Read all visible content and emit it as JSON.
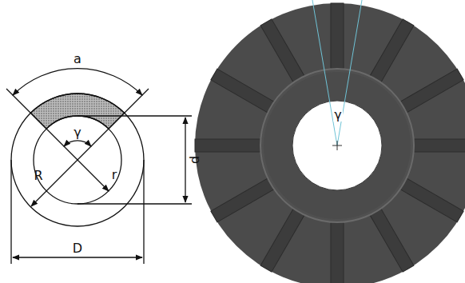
{
  "diagram": {
    "labels": [
      "a",
      "γ",
      "R",
      "r",
      "d",
      "D",
      "γ"
    ]
  }
}
